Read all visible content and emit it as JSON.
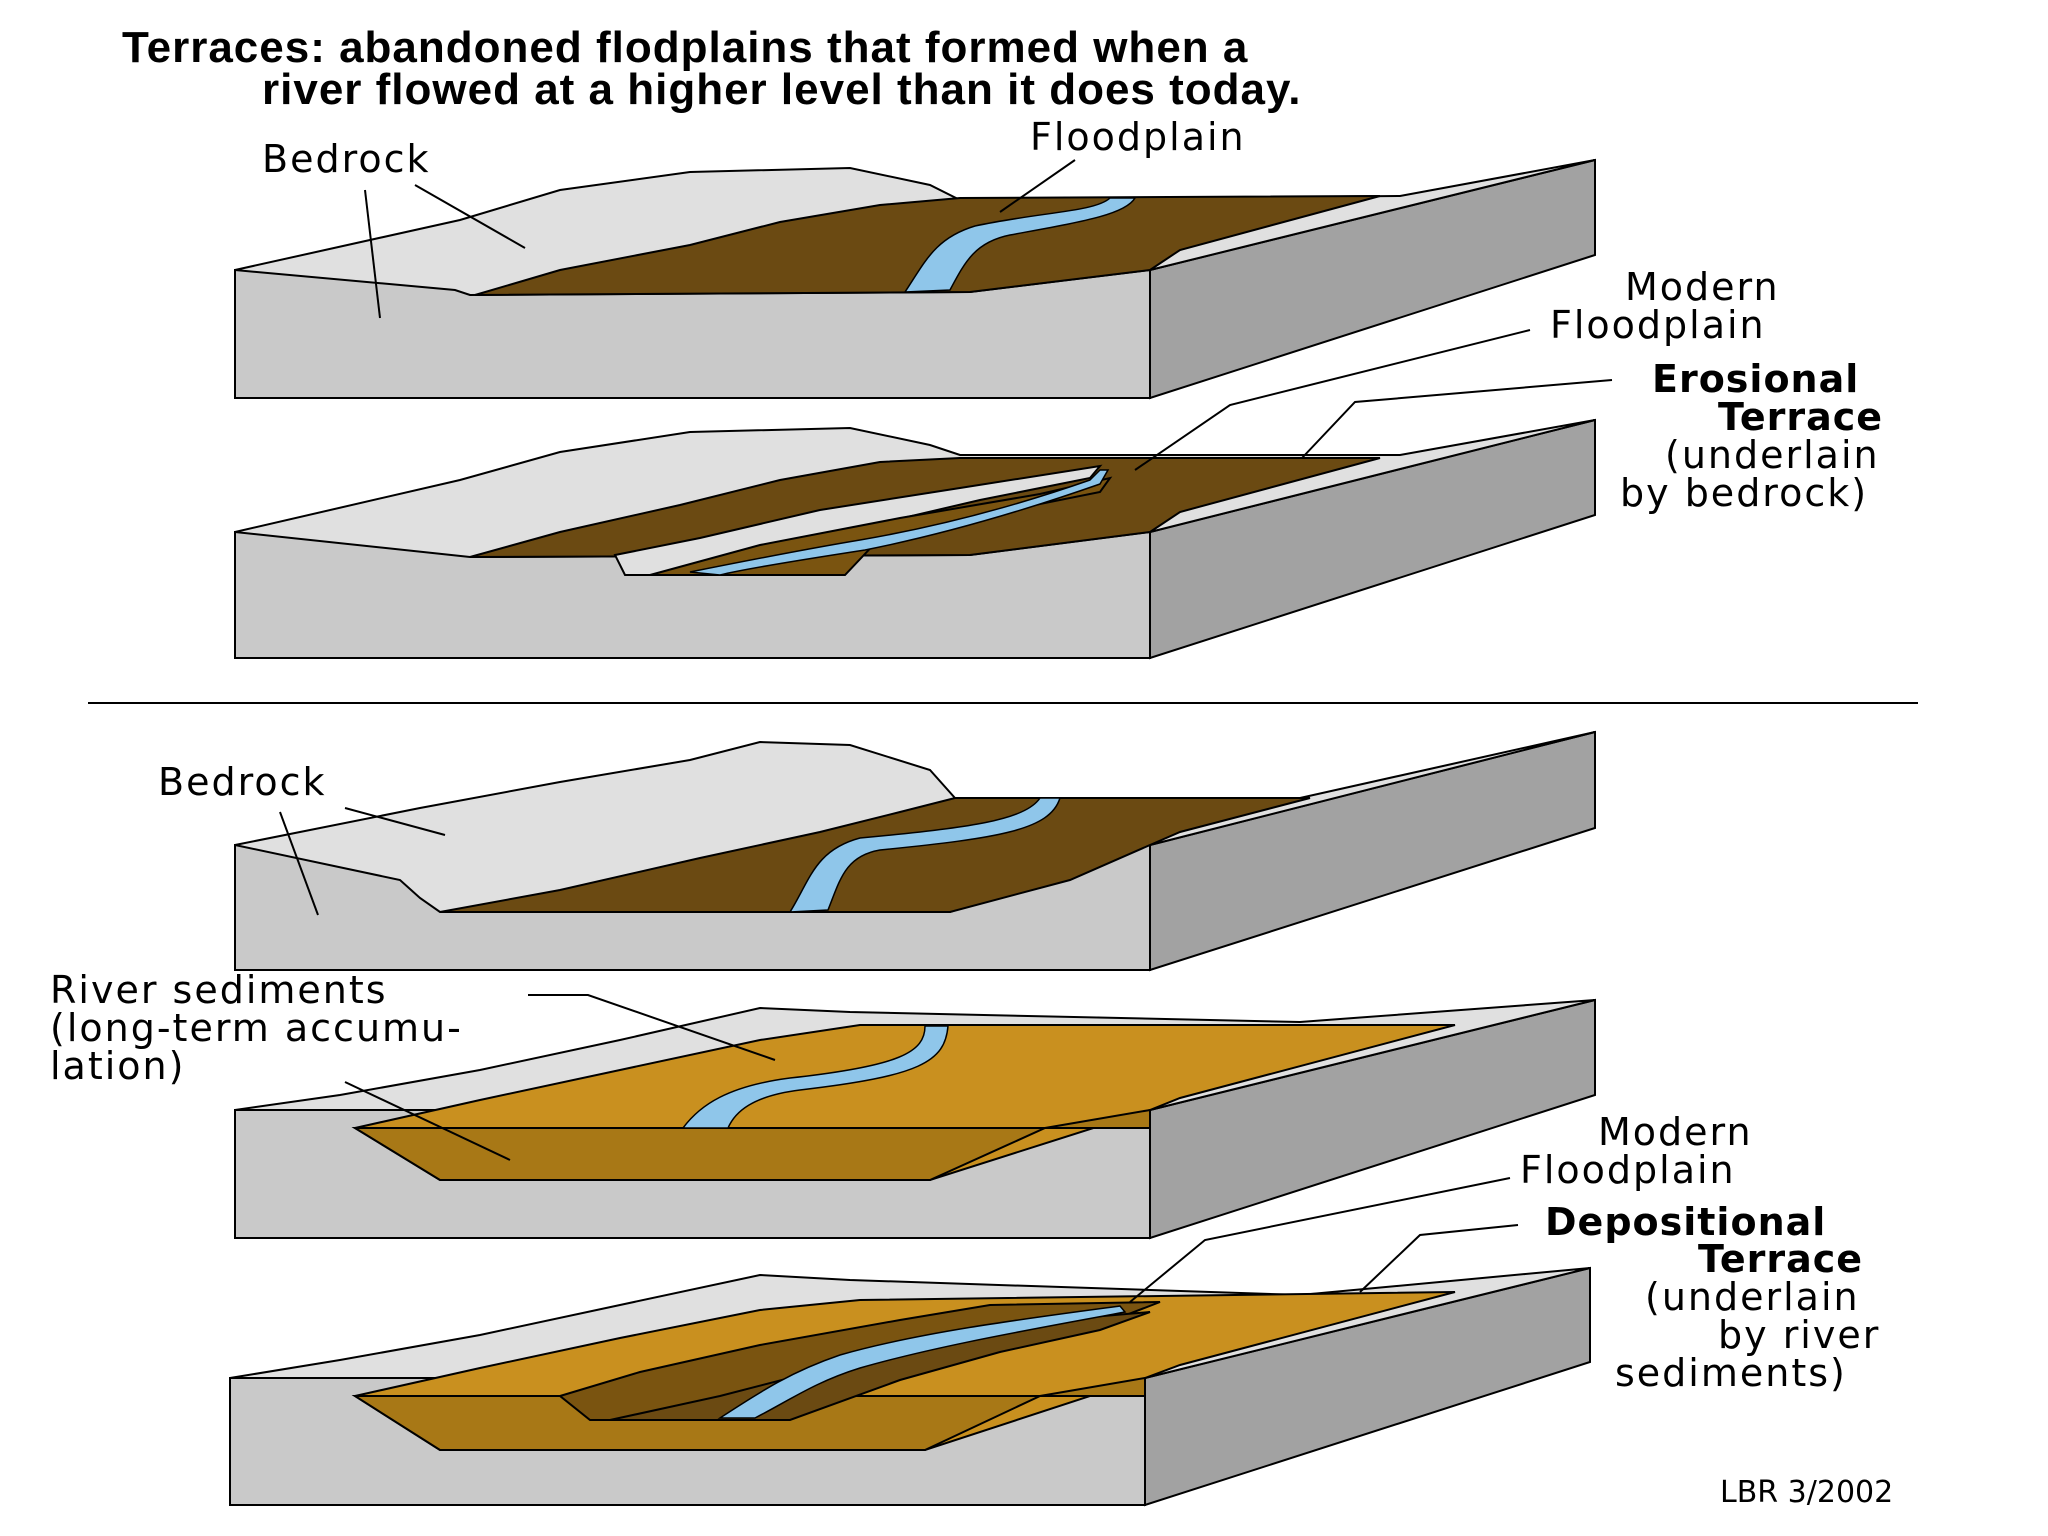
{
  "title": {
    "line1": "Terraces: abandoned flodplains that formed when a",
    "line2": "river flowed at a higher level than it does today."
  },
  "labels": {
    "bedrock_top": "Bedrock",
    "floodplain": "Floodplain",
    "modern_floodplain_1_line1": "Modern",
    "modern_floodplain_1_line2": "Floodplain",
    "erosional_line1": "Erosional",
    "erosional_line2": "Terrace",
    "erosional_line3": "(underlain",
    "erosional_line4": "by bedrock)",
    "bedrock_bottom": "Bedrock",
    "sediments_line1": "River sediments",
    "sediments_line2": "(long-term accumu-",
    "sediments_line3": "lation)",
    "modern_floodplain_2_line1": "Modern",
    "modern_floodplain_2_line2": "Floodplain",
    "depositional_line1": "Depositional",
    "depositional_line2": "Terrace",
    "depositional_line3": "(underlain",
    "depositional_line4": "by river",
    "depositional_line5": "sediments)"
  },
  "credit": "LBR 3/2002",
  "colors": {
    "bedrock": "#c9c9c9",
    "floodplain": "#6b4a12",
    "river_sediments": "#c9901f",
    "river": "#8fc6ea"
  }
}
